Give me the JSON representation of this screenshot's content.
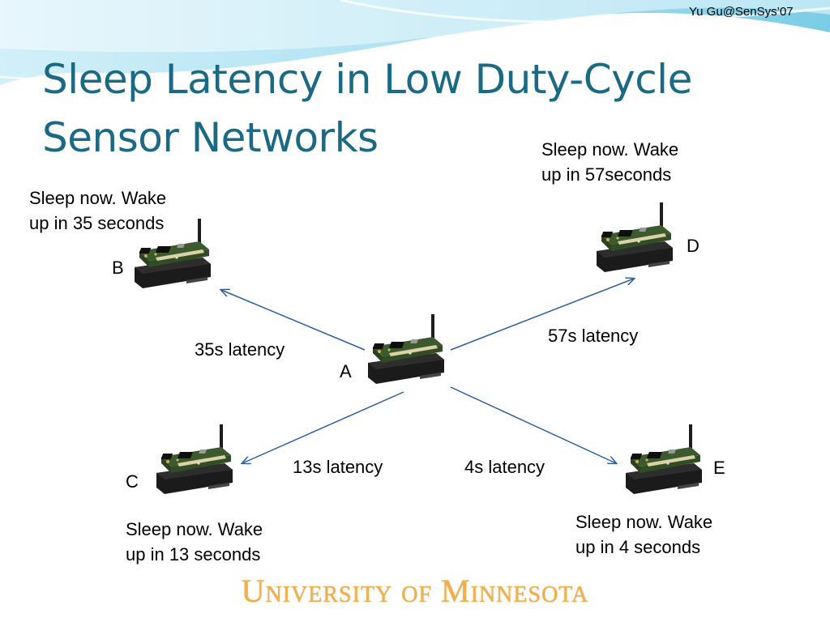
{
  "slide": {
    "author": "Yu Gu@SenSys’07",
    "title_line1": "Sleep Latency in Low Duty-Cycle",
    "title_line2": "Sensor Networks",
    "footer": "University of Minnesota"
  },
  "nodes": {
    "A": {
      "label": "A"
    },
    "B": {
      "label": "B",
      "message_line1": "Sleep now. Wake",
      "message_line2": "up in 35 seconds"
    },
    "C": {
      "label": "C",
      "message_line1": "Sleep now. Wake",
      "message_line2": "up in 13 seconds"
    },
    "D": {
      "label": "D",
      "message_line1": "Sleep now. Wake",
      "message_line2": "up in 57seconds"
    },
    "E": {
      "label": "E",
      "message_line1": "Sleep now. Wake",
      "message_line2": "up in 4 seconds"
    }
  },
  "latencies": {
    "B": "35s latency",
    "C": "13s latency",
    "D": "57s latency",
    "E": "4s latency"
  },
  "colors": {
    "title": "#1a6a85",
    "arrow": "#2a5fa0",
    "footer": "#f2b04c",
    "background_wave": "#9fdcef"
  }
}
